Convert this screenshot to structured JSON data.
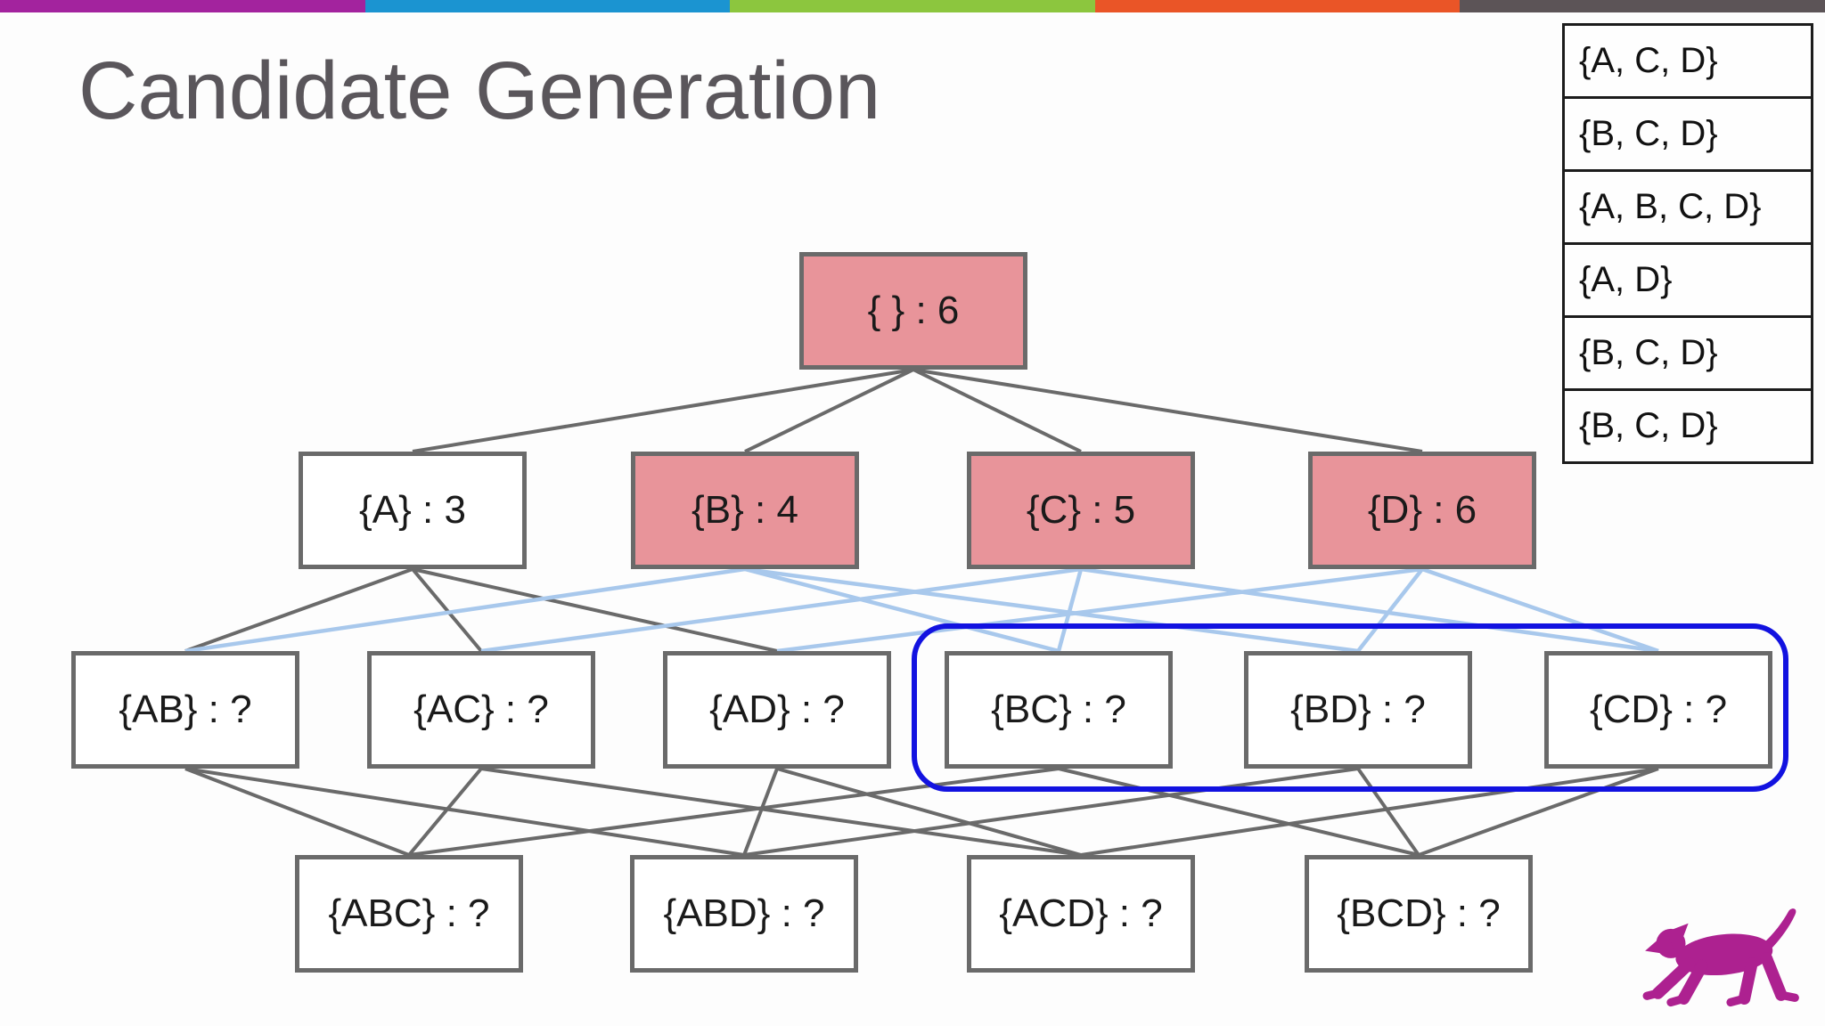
{
  "slide": {
    "title": "Candidate Generation",
    "title_color": "#5a565b",
    "background": "#fdfdfd"
  },
  "top_bar": {
    "segments": [
      {
        "name": "purple",
        "color": "#a3239e"
      },
      {
        "name": "blue",
        "color": "#1b94d1"
      },
      {
        "name": "green",
        "color": "#8cc63e"
      },
      {
        "name": "orange",
        "color": "#ea5527"
      },
      {
        "name": "dark-gray",
        "color": "#5c5457"
      }
    ]
  },
  "transaction_table": {
    "rows": [
      "{A, C, D}",
      "{B, C, D}",
      "{A, B, C, D}",
      "{A, D}",
      "{B, C, D}",
      "{B, C, D}"
    ]
  },
  "lattice": {
    "node_fill_highlighted": "#e8949a",
    "node_fill_default": "#ffffff",
    "node_border_color": "#6a6a6a",
    "edge_color_gray": "#6a6a6a",
    "edge_color_blue": "#a8c8ec",
    "candidate_outline_color": "#1212e0",
    "nodes": [
      {
        "id": "empty",
        "label": "{ } : 6",
        "highlighted": true
      },
      {
        "id": "A",
        "label": "{A} : 3",
        "highlighted": false
      },
      {
        "id": "B",
        "label": "{B} : 4",
        "highlighted": true
      },
      {
        "id": "C",
        "label": "{C} : 5",
        "highlighted": true
      },
      {
        "id": "D",
        "label": "{D} : 6",
        "highlighted": true
      },
      {
        "id": "AB",
        "label": "{AB} : ?",
        "highlighted": false
      },
      {
        "id": "AC",
        "label": "{AC} : ?",
        "highlighted": false
      },
      {
        "id": "AD",
        "label": "{AD} : ?",
        "highlighted": false
      },
      {
        "id": "BC",
        "label": "{BC} : ?",
        "highlighted": false
      },
      {
        "id": "BD",
        "label": "{BD} : ?",
        "highlighted": false
      },
      {
        "id": "CD",
        "label": "{CD} : ?",
        "highlighted": false
      },
      {
        "id": "ABC",
        "label": "{ABC} : ?",
        "highlighted": false
      },
      {
        "id": "ABD",
        "label": "{ABD} : ?",
        "highlighted": false
      },
      {
        "id": "ACD",
        "label": "{ACD} : ?",
        "highlighted": false
      },
      {
        "id": "BCD",
        "label": "{BCD} : ?",
        "highlighted": false
      }
    ],
    "edges": {
      "gray": [
        [
          "empty",
          "A"
        ],
        [
          "empty",
          "B"
        ],
        [
          "empty",
          "C"
        ],
        [
          "empty",
          "D"
        ],
        [
          "A",
          "AB"
        ],
        [
          "A",
          "AC"
        ],
        [
          "A",
          "AD"
        ],
        [
          "AB",
          "ABC"
        ],
        [
          "AB",
          "ABD"
        ],
        [
          "AC",
          "ABC"
        ],
        [
          "AC",
          "ACD"
        ],
        [
          "AD",
          "ABD"
        ],
        [
          "AD",
          "ACD"
        ],
        [
          "BC",
          "ABC"
        ],
        [
          "BC",
          "BCD"
        ],
        [
          "BD",
          "ABD"
        ],
        [
          "BD",
          "BCD"
        ],
        [
          "CD",
          "ACD"
        ],
        [
          "CD",
          "BCD"
        ]
      ],
      "blue": [
        [
          "B",
          "AB"
        ],
        [
          "B",
          "BC"
        ],
        [
          "B",
          "BD"
        ],
        [
          "C",
          "AC"
        ],
        [
          "C",
          "BC"
        ],
        [
          "C",
          "CD"
        ],
        [
          "D",
          "AD"
        ],
        [
          "D",
          "BD"
        ],
        [
          "D",
          "CD"
        ]
      ]
    }
  },
  "logo": {
    "name": "dog-logo",
    "color": "#ad2190"
  }
}
